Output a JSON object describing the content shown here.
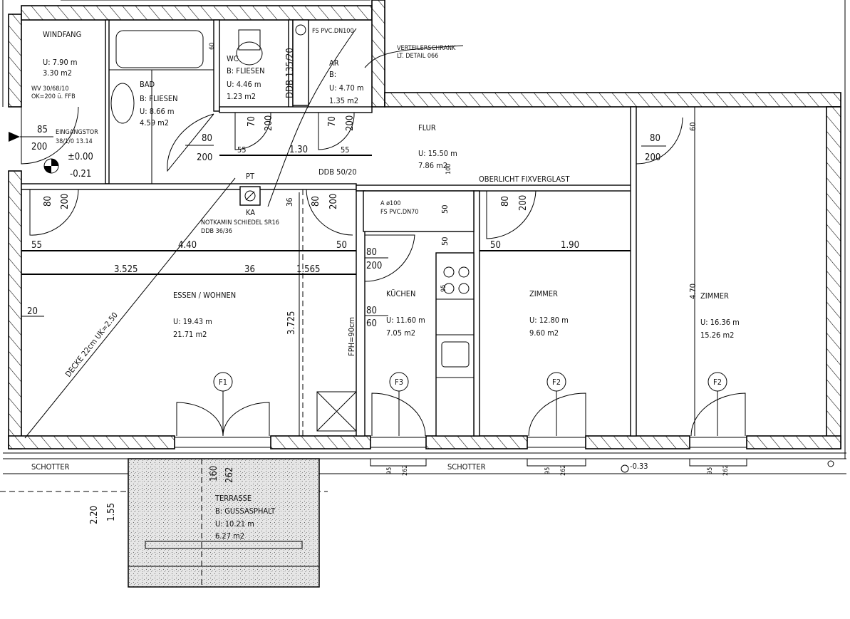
{
  "rooms": {
    "windfang": {
      "name": "WINDFANG",
      "perimeter": "U: 7.90 m",
      "area": "3.30 m2"
    },
    "bad": {
      "name": "BAD",
      "floor": "B: FLIESEN",
      "perimeter": "U: 8.66 m",
      "area": "4.59 m2"
    },
    "wc": {
      "name": "WC",
      "floor": "B: FLIESEN",
      "perimeter": "U: 4.46 m",
      "area": "1.23 m2"
    },
    "ar": {
      "name": "AR",
      "floor": "B:",
      "perimeter": "U: 4.70 m",
      "area": "1.35 m2"
    },
    "flur": {
      "name": "FLUR",
      "perimeter": "U: 15.50 m",
      "area": "7.86 m2"
    },
    "essen": {
      "name": "ESSEN / WOHNEN",
      "perimeter": "U: 19.43 m",
      "area": "21.71 m2"
    },
    "kuechen": {
      "name": "KÜCHEN",
      "perimeter": "U: 11.60 m",
      "area": "7.05 m2"
    },
    "zimmer1": {
      "name": "ZIMMER",
      "perimeter": "U: 12.80 m",
      "area": "9.60 m2"
    },
    "zimmer2": {
      "name": "ZIMMER",
      "perimeter": "U: 16.36 m",
      "area": "15.26 m2"
    },
    "terrasse": {
      "name": "TERRASSE",
      "floor": "B: GUSSASPHALT",
      "perimeter": "U: 10.21 m",
      "area": "6.27 m2"
    }
  },
  "annotations": {
    "wv": "WV 30/68/10",
    "ok": "OK=200 ü. FFB",
    "eingangstor": "EINGANGSTOR",
    "eingangstor_ref": "38/1/0 13.14",
    "level_0": "±0.00",
    "level_entry": "-0.21",
    "level_outside": "-0.33",
    "fs_dn100": "FS PVC.DN100",
    "ddb_135": "DDB 135/20",
    "verteiler_1": "VERTEILERSCHRANK",
    "verteiler_2": "LT. DETAIL 066",
    "pt": "PT",
    "ddb_50": "DDB 50/20",
    "oberlicht": "OBERLICHT FIXVERGLAST",
    "ka": "KA",
    "notkamin": "NOTKAMIN SCHIEDEL SR16",
    "ddb_36": "DDB 36/36",
    "a100": "A ø100",
    "fs_dn70": "FS PVC.DN70",
    "fph": "FPH=90cm",
    "decke": "DECKE 22cm UK=2.50",
    "schotter_left": "SCHOTTER",
    "schotter_mid": "SCHOTTER"
  },
  "windows": [
    "F1",
    "F3",
    "F2",
    "F2"
  ],
  "doors": {
    "entrance": {
      "w": "85",
      "h": "200"
    },
    "bad": {
      "w": "80",
      "h": "200"
    },
    "wc": {
      "w": "70",
      "h": "200"
    },
    "ar": {
      "w": "70",
      "h": "200"
    },
    "zimmer2": {
      "w": "80",
      "h": "200"
    },
    "windfang_inner": {
      "w": "80",
      "h": "200"
    },
    "wohnen": {
      "w": "80",
      "h": "200"
    },
    "zimmer1": {
      "w": "80",
      "h": "200"
    },
    "kuechen": {
      "w": "80",
      "h": "200"
    },
    "durchreiche": {
      "w": "80",
      "h": "60"
    }
  },
  "dimensions": {
    "bath_60": "60",
    "d55a": "55",
    "d130": "1.30",
    "d55b": "55",
    "d36": "36",
    "d55c": "55",
    "d440": "4.40",
    "d50a": "50",
    "d3525": "3.525",
    "d36b": "36",
    "d1565": "1.565",
    "d20": "20",
    "d3725": "3.725",
    "d50b": "50",
    "d50c": "50",
    "d50d": "50",
    "d190": "1.90",
    "d60": "60",
    "d470": "4.70",
    "d95": "95",
    "d100": "100",
    "t160": "160",
    "t262": "262",
    "t220": "2.20",
    "t155": "1.55",
    "w95a": "95",
    "w262a": "262",
    "w95b": "95",
    "w262b": "262",
    "w95c": "95",
    "w262c": "262"
  }
}
